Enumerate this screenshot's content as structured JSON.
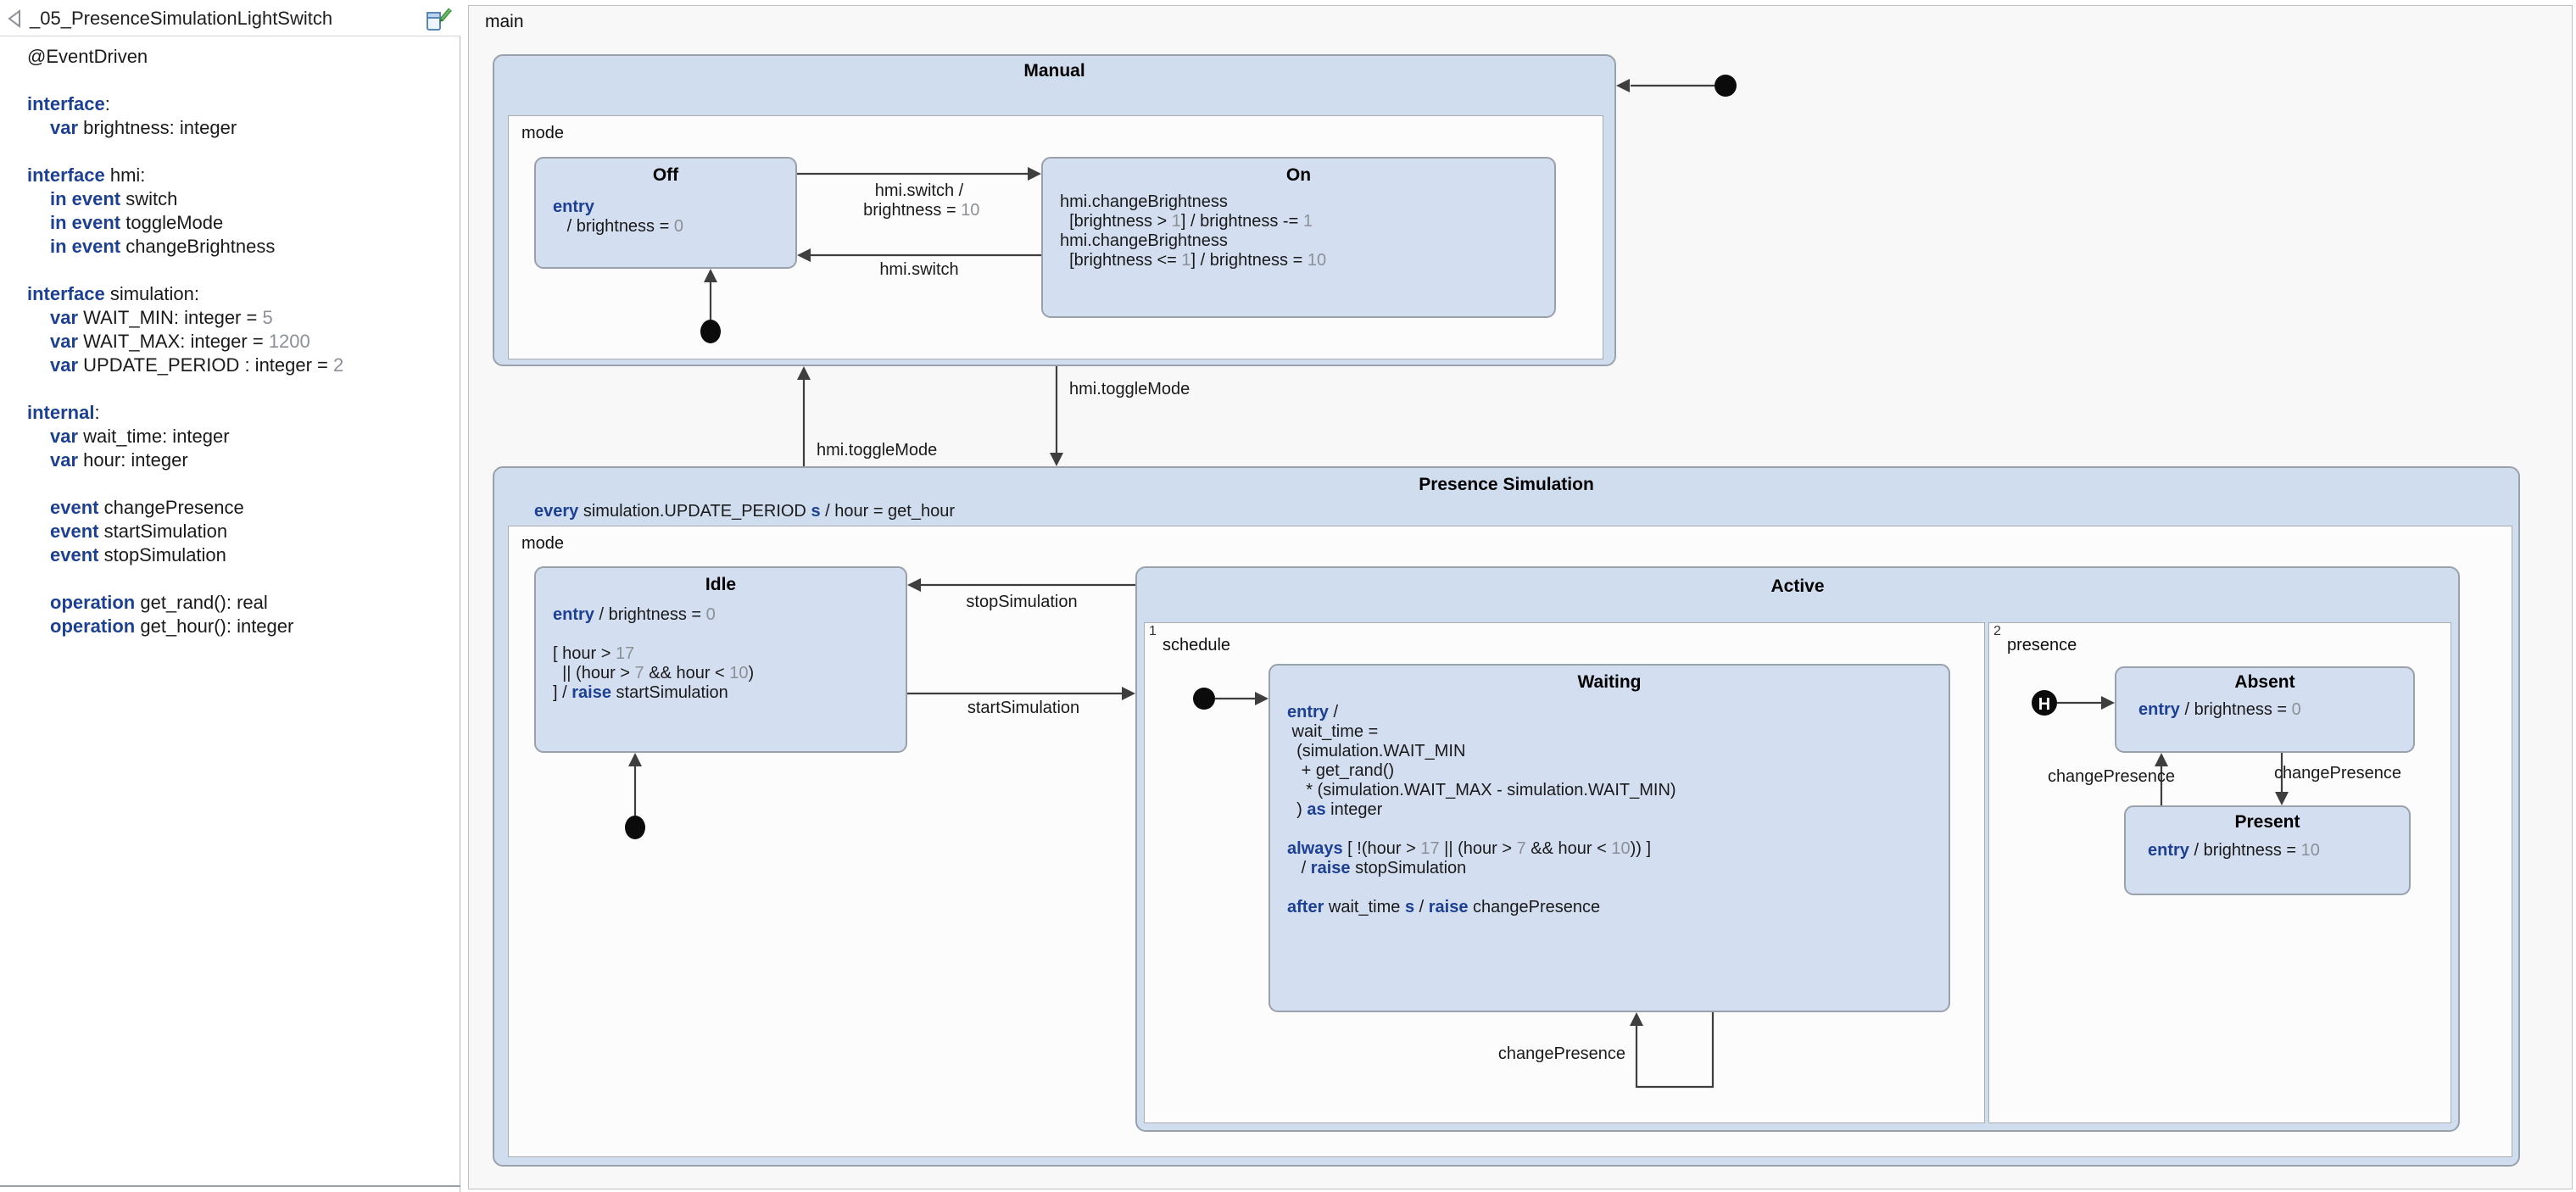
{
  "sidebar": {
    "title": "_05_PresenceSimulationLightSwitch",
    "collapse_icon": "collapse-left-icon",
    "edit_icon": "edit-definition-icon",
    "lines": [
      {
        "segs": [
          {
            "t": "@EventDriven"
          }
        ]
      },
      {
        "segs": []
      },
      {
        "segs": [
          {
            "t": "interface",
            "c": "kw"
          },
          {
            "t": ":"
          }
        ]
      },
      {
        "ind": 1,
        "segs": [
          {
            "t": "var",
            "c": "kw"
          },
          {
            "t": " brightness: integer"
          }
        ]
      },
      {
        "segs": []
      },
      {
        "segs": [
          {
            "t": "interface",
            "c": "kw"
          },
          {
            "t": " hmi:"
          }
        ]
      },
      {
        "ind": 1,
        "segs": [
          {
            "t": "in event",
            "c": "kw"
          },
          {
            "t": " switch"
          }
        ]
      },
      {
        "ind": 1,
        "segs": [
          {
            "t": "in event",
            "c": "kw"
          },
          {
            "t": " toggleMode"
          }
        ]
      },
      {
        "ind": 1,
        "segs": [
          {
            "t": "in event",
            "c": "kw"
          },
          {
            "t": " changeBrightness"
          }
        ]
      },
      {
        "segs": []
      },
      {
        "segs": [
          {
            "t": "interface",
            "c": "kw"
          },
          {
            "t": " simulation:"
          }
        ]
      },
      {
        "ind": 1,
        "segs": [
          {
            "t": "var",
            "c": "kw"
          },
          {
            "t": " WAIT_MIN: integer = "
          },
          {
            "t": "5",
            "c": "num"
          }
        ]
      },
      {
        "ind": 1,
        "segs": [
          {
            "t": "var",
            "c": "kw"
          },
          {
            "t": " WAIT_MAX: integer = "
          },
          {
            "t": "1200",
            "c": "num"
          }
        ]
      },
      {
        "ind": 1,
        "segs": [
          {
            "t": "var",
            "c": "kw"
          },
          {
            "t": " UPDATE_PERIOD : integer = "
          },
          {
            "t": "2",
            "c": "num"
          }
        ]
      },
      {
        "segs": []
      },
      {
        "segs": [
          {
            "t": "internal",
            "c": "kw"
          },
          {
            "t": ":"
          }
        ]
      },
      {
        "ind": 1,
        "segs": [
          {
            "t": "var",
            "c": "kw"
          },
          {
            "t": " wait_time: integer"
          }
        ]
      },
      {
        "ind": 1,
        "segs": [
          {
            "t": "var",
            "c": "kw"
          },
          {
            "t": " hour: integer"
          }
        ]
      },
      {
        "segs": []
      },
      {
        "ind": 1,
        "segs": [
          {
            "t": "event",
            "c": "kw"
          },
          {
            "t": " changePresence"
          }
        ]
      },
      {
        "ind": 1,
        "segs": [
          {
            "t": "event",
            "c": "kw"
          },
          {
            "t": " startSimulation"
          }
        ]
      },
      {
        "ind": 1,
        "segs": [
          {
            "t": "event",
            "c": "kw"
          },
          {
            "t": " stopSimulation"
          }
        ]
      },
      {
        "segs": []
      },
      {
        "ind": 1,
        "segs": [
          {
            "t": "operation",
            "c": "kw"
          },
          {
            "t": " get_rand(): real"
          }
        ]
      },
      {
        "ind": 1,
        "segs": [
          {
            "t": "operation",
            "c": "kw"
          },
          {
            "t": " get_hour(): integer"
          }
        ]
      }
    ]
  },
  "diagram": {
    "main_label": "main",
    "history_label": "H",
    "states": {
      "manual": {
        "title": "Manual",
        "region_label": "mode"
      },
      "off": {
        "title": "Off",
        "lines": [
          [
            {
              "t": "entry",
              "c": "kw"
            }
          ],
          [
            {
              "t": "   / brightness = "
            },
            {
              "t": "0",
              "c": "num"
            }
          ]
        ]
      },
      "on": {
        "title": "On",
        "lines": [
          [
            {
              "t": "hmi.changeBrightness"
            }
          ],
          [
            {
              "t": "  [brightness > "
            },
            {
              "t": "1",
              "c": "num"
            },
            {
              "t": "] / brightness -= "
            },
            {
              "t": "1",
              "c": "num"
            }
          ],
          [
            {
              "t": "hmi.changeBrightness"
            }
          ],
          [
            {
              "t": "  [brightness <= "
            },
            {
              "t": "1",
              "c": "num"
            },
            {
              "t": "] / brightness = "
            },
            {
              "t": "10",
              "c": "num"
            }
          ]
        ]
      },
      "presence_simulation": {
        "title": "Presence Simulation",
        "region_label": "mode",
        "header_segs": [
          {
            "t": "every",
            "c": "kw"
          },
          {
            "t": " simulation.UPDATE_PERIOD "
          },
          {
            "t": "s",
            "c": "kw"
          },
          {
            "t": " /  hour = get_hour"
          }
        ]
      },
      "idle": {
        "title": "Idle",
        "lines": [
          [
            {
              "t": "entry",
              "c": "kw"
            },
            {
              "t": " / brightness = "
            },
            {
              "t": "0",
              "c": "num"
            }
          ],
          [],
          [
            {
              "t": "[ hour > "
            },
            {
              "t": "17",
              "c": "num"
            }
          ],
          [
            {
              "t": "  || (hour > "
            },
            {
              "t": "7",
              "c": "num"
            },
            {
              "t": " && hour < "
            },
            {
              "t": "10",
              "c": "num"
            },
            {
              "t": ")"
            }
          ],
          [
            {
              "t": "] / "
            },
            {
              "t": "raise",
              "c": "kw"
            },
            {
              "t": " startSimulation"
            }
          ]
        ]
      },
      "active": {
        "title": "Active",
        "regions": [
          {
            "num": "1",
            "label": "schedule"
          },
          {
            "num": "2",
            "label": "presence"
          }
        ]
      },
      "waiting": {
        "title": "Waiting",
        "lines": [
          [
            {
              "t": "entry",
              "c": "kw"
            },
            {
              "t": " /"
            }
          ],
          [
            {
              "t": " wait_time ="
            }
          ],
          [
            {
              "t": "  (simulation.WAIT_MIN"
            }
          ],
          [
            {
              "t": "   + get_rand()"
            }
          ],
          [
            {
              "t": "    * (simulation.WAIT_MAX - simulation.WAIT_MIN)"
            }
          ],
          [
            {
              "t": "  ) "
            },
            {
              "t": "as",
              "c": "kw"
            },
            {
              "t": " integer"
            }
          ],
          [],
          [
            {
              "t": "always",
              "c": "kw"
            },
            {
              "t": " [ !(hour > "
            },
            {
              "t": "17",
              "c": "num"
            },
            {
              "t": " || (hour > "
            },
            {
              "t": "7",
              "c": "num"
            },
            {
              "t": " && hour < "
            },
            {
              "t": "10",
              "c": "num"
            },
            {
              "t": ")) ]"
            }
          ],
          [
            {
              "t": "   / "
            },
            {
              "t": "raise",
              "c": "kw"
            },
            {
              "t": " stopSimulation"
            }
          ],
          [],
          [
            {
              "t": "after",
              "c": "kw"
            },
            {
              "t": " wait_time "
            },
            {
              "t": "s",
              "c": "kw"
            },
            {
              "t": " / "
            },
            {
              "t": "raise",
              "c": "kw"
            },
            {
              "t": " changePresence"
            }
          ]
        ]
      },
      "absent": {
        "title": "Absent",
        "lines": [
          [
            {
              "t": "entry",
              "c": "kw"
            },
            {
              "t": " / brightness = "
            },
            {
              "t": "0",
              "c": "num"
            }
          ]
        ]
      },
      "present": {
        "title": "Present",
        "lines": [
          [
            {
              "t": "entry",
              "c": "kw"
            },
            {
              "t": " / brightness = "
            },
            {
              "t": "10",
              "c": "num"
            }
          ]
        ]
      }
    },
    "transitions": {
      "off_to_on_lines": [
        [
          {
            "t": "hmi.switch /"
          }
        ],
        [
          {
            "t": " brightness = "
          },
          {
            "t": "10",
            "c": "num"
          }
        ]
      ],
      "on_to_off": "hmi.switch",
      "toggle_up": "hmi.toggleMode",
      "toggle_down": "hmi.toggleMode",
      "stop": "stopSimulation",
      "start": "startSimulation",
      "waiting_loop": "changePresence",
      "present_to_absent": "changePresence",
      "absent_to_present": "changePresence"
    }
  },
  "colors": {
    "keyword": "#1d4092",
    "number_value": "#8c9096",
    "state_fill": "#d3dff1",
    "composite_fill": "#cfddef",
    "region_bg": "#fcfcfd",
    "canvas_bg": "#f8f8f9",
    "connector": "#3e3e3e",
    "state_border": "#99a1ab"
  }
}
